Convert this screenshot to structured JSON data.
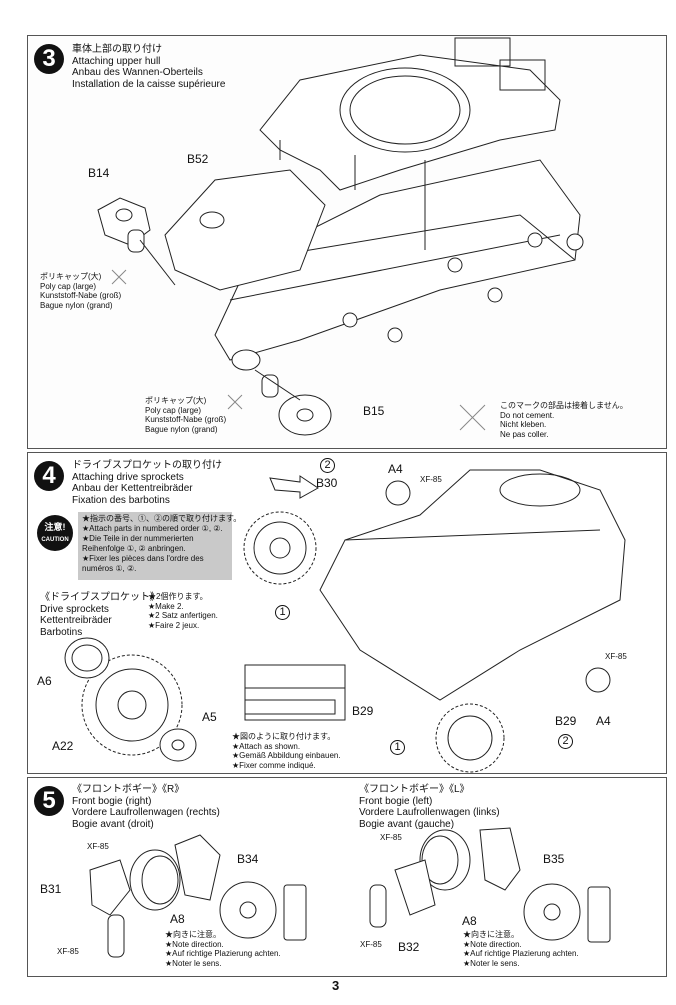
{
  "step3": {
    "number": "3",
    "title_jp": "車体上部の取り付け",
    "title_en": "Attaching upper hull",
    "title_de": "Anbau des Wannen-Oberteils",
    "title_fr": "Installation de la caisse supérieure",
    "parts": {
      "b14": "B14",
      "b52": "B52",
      "b15": "B15"
    },
    "polycap": {
      "jp": "ポリキャップ(大)",
      "en": "Poly cap (large)",
      "de": "Kunststoff-Nabe (groß)",
      "fr": "Bague nylon (grand)"
    },
    "no_cement": {
      "jp": "このマークの部品は接着しません。",
      "en": "Do not cement.",
      "de": "Nicht kleben.",
      "fr": "Ne pas coller."
    }
  },
  "step4": {
    "number": "4",
    "title_jp": "ドライブスプロケットの取り付け",
    "title_en": "Attaching drive sprockets",
    "title_de": "Anbau der Kettentreibräder",
    "title_fr": "Fixation des barbotins",
    "caution_badge": "注意!",
    "caution_word": "CAUTION",
    "caution": {
      "jp": "★指示の番号、①、②の順で取り付けます。",
      "en": "★Attach parts in numbered order ①, ②.",
      "de": "★Die Teile in der nummerierten Reihenfolge ①, ② anbringen.",
      "fr": "★Fixer les pièces dans l'ordre des numéros ①, ②."
    },
    "sprockets": {
      "jp": "《ドライブスプロケット》",
      "en": "Drive sprockets",
      "de": "Kettentreibräder",
      "fr": "Barbotins"
    },
    "make2": {
      "jp": "★2個作ります。",
      "en": "★Make 2.",
      "de": "★2 Satz anfertigen.",
      "fr": "★Faire 2 jeux."
    },
    "attach": {
      "jp": "★図のように取り付けます。",
      "en": "★Attach as shown.",
      "de": "★Gemäß Abbildung einbauen.",
      "fr": "★Fixer comme indiqué."
    },
    "parts": {
      "a6": "A6",
      "a5": "A5",
      "a22": "A22",
      "b29a": "B29",
      "b29b": "B29",
      "b30": "B30",
      "a4a": "A4",
      "a4b": "A4",
      "xf85a": "XF-85",
      "xf85b": "XF-85"
    },
    "order": {
      "one": "1",
      "two": "2"
    }
  },
  "step5": {
    "number": "5",
    "right": {
      "jp": "《フロントボギー》《R》",
      "en": "Front bogie (right)",
      "de": "Vordere Laufrollenwagen (rechts)",
      "fr": "Bogie avant (droit)",
      "parts": {
        "b34": "B34",
        "b31": "B31",
        "a8": "A8",
        "xf85a": "XF-85",
        "xf85b": "XF-85"
      }
    },
    "left": {
      "jp": "《フロントボギー》《L》",
      "en": "Front bogie (left)",
      "de": "Vordere Laufrollenwagen (links)",
      "fr": "Bogie avant (gauche)",
      "parts": {
        "b35": "B35",
        "b32": "B32",
        "a8": "A8",
        "xf85a": "XF-85",
        "xf85b": "XF-85"
      }
    },
    "note": {
      "jp": "★向きに注意。",
      "en": "★Note direction.",
      "de": "★Auf richtige Plazierung achten.",
      "fr": "★Noter le sens."
    }
  },
  "page_number": "3"
}
